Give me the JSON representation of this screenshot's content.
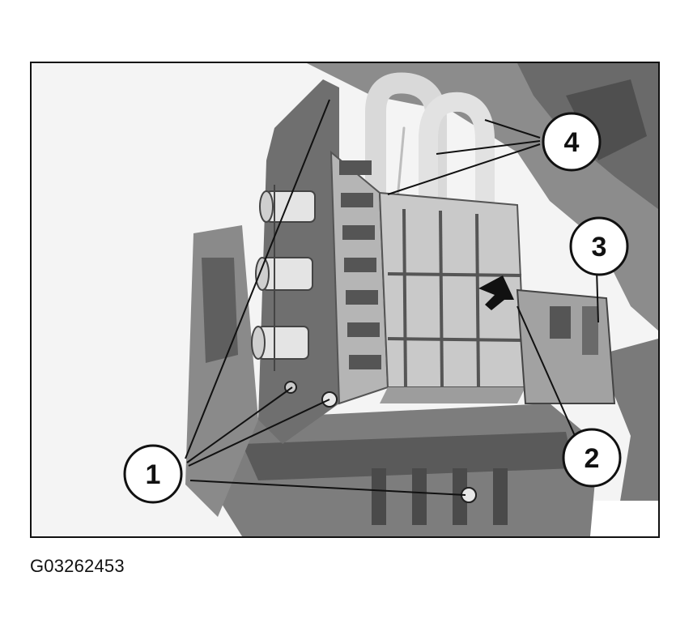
{
  "figure": {
    "id_label": "G03262453"
  },
  "callouts": [
    {
      "label": "1"
    },
    {
      "label": "2"
    },
    {
      "label": "3"
    },
    {
      "label": "4"
    }
  ],
  "colors": {
    "frame": "#111111",
    "background": "#f4f4f4",
    "component_light": "#cfcfcf",
    "component_mid": "#a9a9a9",
    "component_dark": "#6e6e6e"
  }
}
